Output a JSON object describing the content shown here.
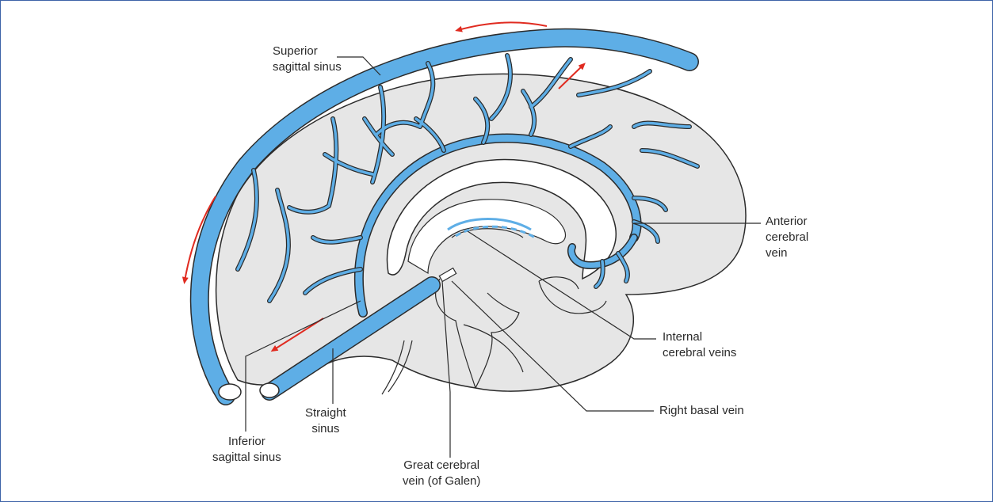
{
  "colors": {
    "vein": "#5eaee6",
    "brain": "#e6e6e6",
    "outline": "#2b2b2b",
    "arrow": "#e02b20",
    "frame": "#3d63a8"
  },
  "labels": {
    "superior_sagittal_sinus": [
      "Superior",
      "sagittal sinus"
    ],
    "anterior_cerebral_vein": [
      "Anterior",
      "cerebral",
      "vein"
    ],
    "internal_cerebral_veins": [
      "Internal",
      "cerebral veins"
    ],
    "right_basal_vein": [
      "Right basal vein"
    ],
    "great_cerebral_vein": [
      "Great cerebral",
      "vein (of Galen)"
    ],
    "straight_sinus": [
      "Straight",
      "sinus"
    ],
    "inferior_sagittal_sinus": [
      "Inferior",
      "sagittal sinus"
    ]
  },
  "flow_arrows": [
    "flow-arrow-top",
    "flow-arrow-left",
    "flow-arrow-straight-sinus",
    "flow-arrow-cortical"
  ]
}
